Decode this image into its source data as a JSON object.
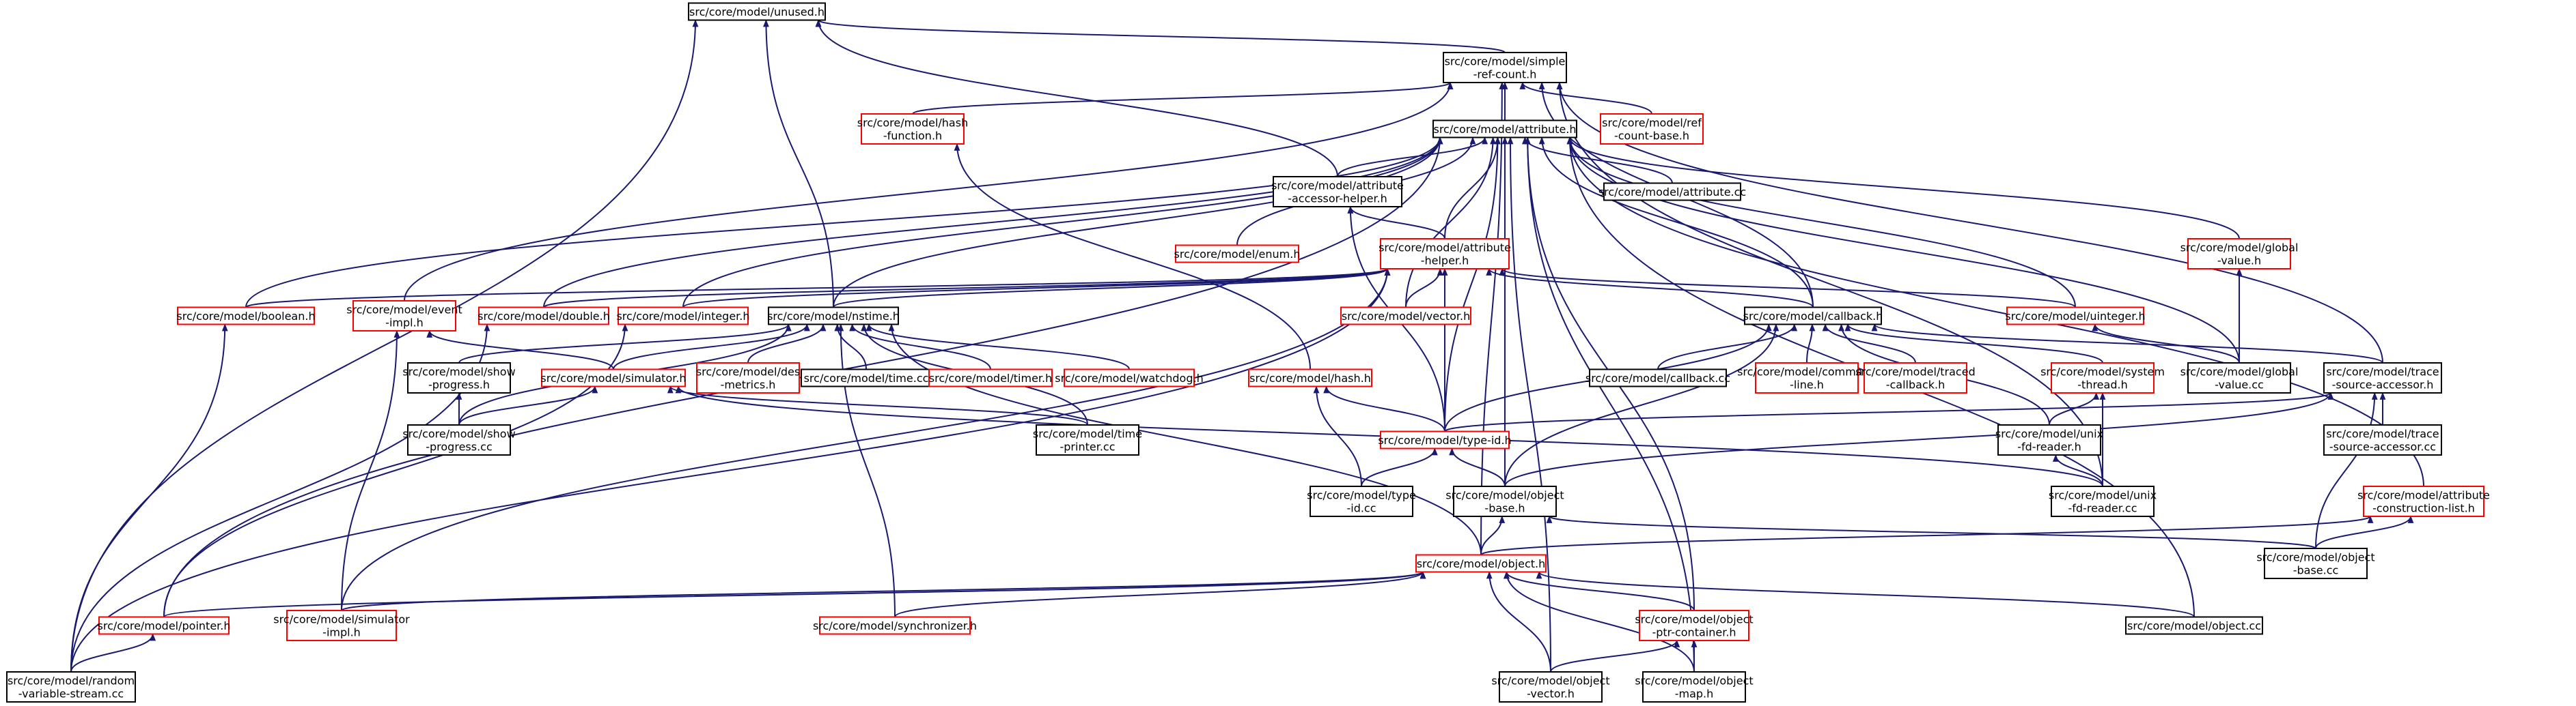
{
  "colors": {
    "edge": "#191970",
    "root_fill": "#bfbfbf",
    "border_documented": "#000000",
    "border_undocumented": "#ff0000",
    "background": "#ffffff"
  },
  "nodes": [
    {
      "id": "unused",
      "lines": [
        "src/core/model/unused.h"
      ],
      "style": "root"
    },
    {
      "id": "simple_ref",
      "lines": [
        "src/core/model/simple",
        "-ref-count.h"
      ],
      "style": "black"
    },
    {
      "id": "hash_function",
      "lines": [
        "src/core/model/hash",
        "-function.h"
      ],
      "style": "red"
    },
    {
      "id": "attribute_h",
      "lines": [
        "src/core/model/attribute.h"
      ],
      "style": "black"
    },
    {
      "id": "ref_count_base",
      "lines": [
        "src/core/model/ref",
        "-count-base.h"
      ],
      "style": "red"
    },
    {
      "id": "accessor_helper",
      "lines": [
        "src/core/model/attribute",
        "-accessor-helper.h"
      ],
      "style": "black"
    },
    {
      "id": "attribute_cc",
      "lines": [
        "src/core/model/attribute.cc"
      ],
      "style": "black"
    },
    {
      "id": "enum_h",
      "lines": [
        "src/core/model/enum.h"
      ],
      "style": "red"
    },
    {
      "id": "attr_helper",
      "lines": [
        "src/core/model/attribute",
        "-helper.h"
      ],
      "style": "red"
    },
    {
      "id": "global_value_h",
      "lines": [
        "src/core/model/global",
        "-value.h"
      ],
      "style": "red"
    },
    {
      "id": "boolean_h",
      "lines": [
        "src/core/model/boolean.h"
      ],
      "style": "red"
    },
    {
      "id": "event_impl",
      "lines": [
        "src/core/model/event",
        "-impl.h"
      ],
      "style": "red"
    },
    {
      "id": "double_h",
      "lines": [
        "src/core/model/double.h"
      ],
      "style": "red"
    },
    {
      "id": "integer_h",
      "lines": [
        "src/core/model/integer.h"
      ],
      "style": "red"
    },
    {
      "id": "nstime_h",
      "lines": [
        "src/core/model/nstime.h"
      ],
      "style": "black"
    },
    {
      "id": "vector_h",
      "lines": [
        "src/core/model/vector.h"
      ],
      "style": "red"
    },
    {
      "id": "callback_h",
      "lines": [
        "src/core/model/callback.h"
      ],
      "style": "black"
    },
    {
      "id": "uinteger_h",
      "lines": [
        "src/core/model/uinteger.h"
      ],
      "style": "red"
    },
    {
      "id": "show_progress_h",
      "lines": [
        "src/core/model/show",
        "-progress.h"
      ],
      "style": "black"
    },
    {
      "id": "simulator_h",
      "lines": [
        "src/core/model/simulator.h"
      ],
      "style": "red"
    },
    {
      "id": "des_metrics",
      "lines": [
        "src/core/model/des",
        "-metrics.h"
      ],
      "style": "red"
    },
    {
      "id": "time_cc",
      "lines": [
        "src/core/model/time.cc"
      ],
      "style": "black"
    },
    {
      "id": "timer_h",
      "lines": [
        "src/core/model/timer.h"
      ],
      "style": "red"
    },
    {
      "id": "watchdog_h",
      "lines": [
        "src/core/model/watchdog.h"
      ],
      "style": "red"
    },
    {
      "id": "hash_h",
      "lines": [
        "src/core/model/hash.h"
      ],
      "style": "red"
    },
    {
      "id": "callback_cc",
      "lines": [
        "src/core/model/callback.cc"
      ],
      "style": "black"
    },
    {
      "id": "command_line",
      "lines": [
        "src/core/model/command",
        "-line.h"
      ],
      "style": "red"
    },
    {
      "id": "traced_callback",
      "lines": [
        "src/core/model/traced",
        "-callback.h"
      ],
      "style": "red"
    },
    {
      "id": "system_thread",
      "lines": [
        "src/core/model/system",
        "-thread.h"
      ],
      "style": "red"
    },
    {
      "id": "global_value_cc",
      "lines": [
        "src/core/model/global",
        "-value.cc"
      ],
      "style": "black"
    },
    {
      "id": "trace_source_h",
      "lines": [
        "src/core/model/trace",
        "-source-accessor.h"
      ],
      "style": "black"
    },
    {
      "id": "show_progress_cc",
      "lines": [
        "src/core/model/show",
        "-progress.cc"
      ],
      "style": "black"
    },
    {
      "id": "time_printer",
      "lines": [
        "src/core/model/time",
        "-printer.cc"
      ],
      "style": "black"
    },
    {
      "id": "type_id_h",
      "lines": [
        "src/core/model/type-id.h"
      ],
      "style": "red"
    },
    {
      "id": "unix_fd_reader_h",
      "lines": [
        "src/core/model/unix",
        "-fd-reader.h"
      ],
      "style": "black"
    },
    {
      "id": "trace_source_cc",
      "lines": [
        "src/core/model/trace",
        "-source-accessor.cc"
      ],
      "style": "black"
    },
    {
      "id": "type_id_cc",
      "lines": [
        "src/core/model/type",
        "-id.cc"
      ],
      "style": "black"
    },
    {
      "id": "object_base_h",
      "lines": [
        "src/core/model/object",
        "-base.h"
      ],
      "style": "black"
    },
    {
      "id": "unix_fd_reader_cc",
      "lines": [
        "src/core/model/unix",
        "-fd-reader.cc"
      ],
      "style": "black"
    },
    {
      "id": "attr_construction",
      "lines": [
        "src/core/model/attribute",
        "-construction-list.h"
      ],
      "style": "red"
    },
    {
      "id": "object_h",
      "lines": [
        "src/core/model/object.h"
      ],
      "style": "red"
    },
    {
      "id": "object_base_cc",
      "lines": [
        "src/core/model/object",
        "-base.cc"
      ],
      "style": "black"
    },
    {
      "id": "pointer_h",
      "lines": [
        "src/core/model/pointer.h"
      ],
      "style": "red"
    },
    {
      "id": "simulator_impl",
      "lines": [
        "src/core/model/simulator",
        "-impl.h"
      ],
      "style": "red"
    },
    {
      "id": "synchronizer_h",
      "lines": [
        "src/core/model/synchronizer.h"
      ],
      "style": "red"
    },
    {
      "id": "ptr_container",
      "lines": [
        "src/core/model/object",
        "-ptr-container.h"
      ],
      "style": "red"
    },
    {
      "id": "object_cc",
      "lines": [
        "src/core/model/object.cc"
      ],
      "style": "black"
    },
    {
      "id": "random_stream",
      "lines": [
        "src/core/model/random",
        "-variable-stream.cc"
      ],
      "style": "black"
    },
    {
      "id": "object_vector",
      "lines": [
        "src/core/model/object",
        "-vector.h"
      ],
      "style": "black"
    },
    {
      "id": "object_map",
      "lines": [
        "src/core/model/object",
        "-map.h"
      ],
      "style": "black"
    }
  ],
  "edges": [
    [
      "simple_ref",
      "unused"
    ],
    [
      "nstime_h",
      "unused"
    ],
    [
      "accessor_helper",
      "unused"
    ],
    [
      "random_stream",
      "unused"
    ],
    [
      "attribute_h",
      "simple_ref"
    ],
    [
      "hash_function",
      "simple_ref"
    ],
    [
      "ref_count_base",
      "simple_ref"
    ],
    [
      "callback_h",
      "simple_ref"
    ],
    [
      "trace_source_h",
      "simple_ref"
    ],
    [
      "unix_fd_reader_cc",
      "simple_ref"
    ],
    [
      "event_impl",
      "simple_ref"
    ],
    [
      "object_h",
      "simple_ref"
    ],
    [
      "hash_h",
      "hash_function"
    ],
    [
      "accessor_helper",
      "attribute_h"
    ],
    [
      "attribute_cc",
      "attribute_h"
    ],
    [
      "enum_h",
      "attribute_h"
    ],
    [
      "attr_helper",
      "attribute_h"
    ],
    [
      "global_value_h",
      "attribute_h"
    ],
    [
      "boolean_h",
      "attribute_h"
    ],
    [
      "double_h",
      "attribute_h"
    ],
    [
      "integer_h",
      "attribute_h"
    ],
    [
      "nstime_h",
      "attribute_h"
    ],
    [
      "vector_h",
      "attribute_h"
    ],
    [
      "callback_h",
      "attribute_h"
    ],
    [
      "uinteger_h",
      "attribute_h"
    ],
    [
      "type_id_h",
      "attribute_h"
    ],
    [
      "global_value_cc",
      "attribute_h"
    ],
    [
      "attr_construction",
      "attribute_h"
    ],
    [
      "ptr_container",
      "attribute_h"
    ],
    [
      "object_cc",
      "attribute_h"
    ],
    [
      "object_map",
      "attribute_h"
    ],
    [
      "object_vector",
      "attribute_h"
    ],
    [
      "pointer_h",
      "attribute_h"
    ],
    [
      "object_base_h",
      "attribute_h"
    ],
    [
      "attr_helper",
      "accessor_helper"
    ],
    [
      "type_id_h",
      "accessor_helper"
    ],
    [
      "boolean_h",
      "attr_helper"
    ],
    [
      "double_h",
      "attr_helper"
    ],
    [
      "integer_h",
      "attr_helper"
    ],
    [
      "nstime_h",
      "attr_helper"
    ],
    [
      "vector_h",
      "attr_helper"
    ],
    [
      "callback_h",
      "attr_helper"
    ],
    [
      "uinteger_h",
      "attr_helper"
    ],
    [
      "type_id_h",
      "attr_helper"
    ],
    [
      "random_stream",
      "attr_helper"
    ],
    [
      "simulator_impl",
      "attr_helper"
    ],
    [
      "global_value_cc",
      "global_value_h"
    ],
    [
      "random_stream",
      "boolean_h"
    ],
    [
      "simulator_h",
      "event_impl"
    ],
    [
      "simulator_impl",
      "event_impl"
    ],
    [
      "random_stream",
      "double_h"
    ],
    [
      "pointer_h",
      "integer_h"
    ],
    [
      "show_progress_h",
      "nstime_h"
    ],
    [
      "simulator_h",
      "nstime_h"
    ],
    [
      "des_metrics",
      "nstime_h"
    ],
    [
      "time_cc",
      "nstime_h"
    ],
    [
      "timer_h",
      "nstime_h"
    ],
    [
      "watchdog_h",
      "nstime_h"
    ],
    [
      "time_printer",
      "nstime_h"
    ],
    [
      "synchronizer_h",
      "nstime_h"
    ],
    [
      "show_progress_cc",
      "nstime_h"
    ],
    [
      "object_h",
      "nstime_h"
    ],
    [
      "callback_cc",
      "callback_h"
    ],
    [
      "command_line",
      "callback_h"
    ],
    [
      "traced_callback",
      "callback_h"
    ],
    [
      "system_thread",
      "callback_h"
    ],
    [
      "trace_source_h",
      "callback_h"
    ],
    [
      "unix_fd_reader_h",
      "callback_h"
    ],
    [
      "type_id_h",
      "callback_h"
    ],
    [
      "object_base_h",
      "callback_h"
    ],
    [
      "global_value_cc",
      "uinteger_h"
    ],
    [
      "show_progress_cc",
      "show_progress_h"
    ],
    [
      "show_progress_cc",
      "simulator_h"
    ],
    [
      "time_printer",
      "simulator_h"
    ],
    [
      "unix_fd_reader_cc",
      "simulator_h"
    ],
    [
      "type_id_h",
      "hash_h"
    ],
    [
      "type_id_cc",
      "hash_h"
    ],
    [
      "unix_fd_reader_h",
      "system_thread"
    ],
    [
      "unix_fd_reader_cc",
      "system_thread"
    ],
    [
      "type_id_h",
      "trace_source_h"
    ],
    [
      "trace_source_cc",
      "trace_source_h"
    ],
    [
      "object_base_h",
      "trace_source_h"
    ],
    [
      "object_base_cc",
      "trace_source_h"
    ],
    [
      "type_id_cc",
      "type_id_h"
    ],
    [
      "object_base_h",
      "type_id_h"
    ],
    [
      "unix_fd_reader_cc",
      "unix_fd_reader_h"
    ],
    [
      "object_h",
      "object_base_h"
    ],
    [
      "object_base_cc",
      "object_base_h"
    ],
    [
      "object_h",
      "attr_construction"
    ],
    [
      "object_base_cc",
      "attr_construction"
    ],
    [
      "pointer_h",
      "object_h"
    ],
    [
      "simulator_impl",
      "object_h"
    ],
    [
      "synchronizer_h",
      "object_h"
    ],
    [
      "ptr_container",
      "object_h"
    ],
    [
      "object_cc",
      "object_h"
    ],
    [
      "object_vector",
      "object_h"
    ],
    [
      "object_map",
      "object_h"
    ],
    [
      "random_stream",
      "pointer_h"
    ],
    [
      "object_vector",
      "ptr_container"
    ],
    [
      "object_map",
      "ptr_container"
    ]
  ]
}
